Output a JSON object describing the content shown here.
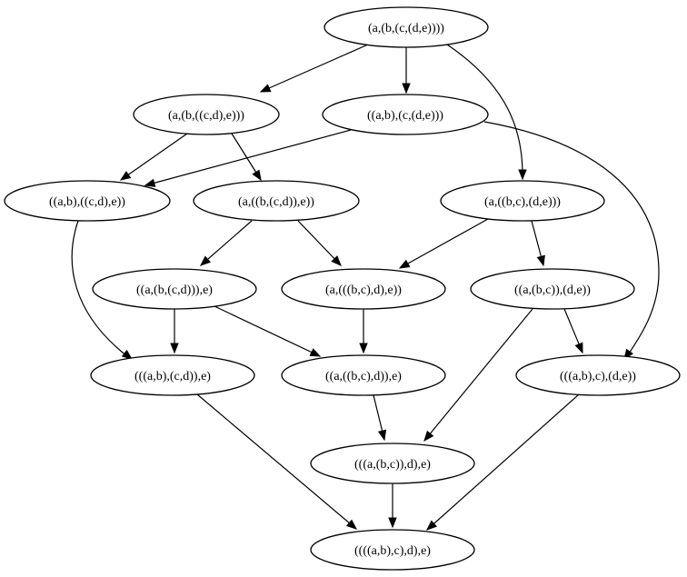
{
  "diagram": {
    "nodes": [
      {
        "id": "n0",
        "label": "(a,(b,(c,(d,e))))"
      },
      {
        "id": "n1",
        "label": "(a,(b,((c,d),e)))"
      },
      {
        "id": "n2",
        "label": "((a,b),(c,(d,e)))"
      },
      {
        "id": "n3",
        "label": "((a,b),((c,d),e))"
      },
      {
        "id": "n4",
        "label": "(a,((b,(c,d)),e))"
      },
      {
        "id": "n5",
        "label": "(a,((b,c),(d,e)))"
      },
      {
        "id": "n6",
        "label": "((a,(b,(c,d))),e)"
      },
      {
        "id": "n7",
        "label": "(a,(((b,c),d),e))"
      },
      {
        "id": "n8",
        "label": "((a,(b,c)),(d,e))"
      },
      {
        "id": "n9",
        "label": "(((a,b),(c,d)),e)"
      },
      {
        "id": "n10",
        "label": "((a,((b,c),d)),e)"
      },
      {
        "id": "n11",
        "label": "(((a,b),c),(d,e))"
      },
      {
        "id": "n12",
        "label": "(((a,(b,c)),d),e)"
      },
      {
        "id": "n13",
        "label": "((((a,b),c),d),e)"
      }
    ],
    "edges": [
      {
        "from": "n0",
        "to": "n1"
      },
      {
        "from": "n0",
        "to": "n2"
      },
      {
        "from": "n0",
        "to": "n5"
      },
      {
        "from": "n1",
        "to": "n3"
      },
      {
        "from": "n1",
        "to": "n4"
      },
      {
        "from": "n2",
        "to": "n3"
      },
      {
        "from": "n2",
        "to": "n11"
      },
      {
        "from": "n3",
        "to": "n9"
      },
      {
        "from": "n4",
        "to": "n6"
      },
      {
        "from": "n4",
        "to": "n7"
      },
      {
        "from": "n5",
        "to": "n7"
      },
      {
        "from": "n5",
        "to": "n8"
      },
      {
        "from": "n6",
        "to": "n9"
      },
      {
        "from": "n6",
        "to": "n10"
      },
      {
        "from": "n7",
        "to": "n10"
      },
      {
        "from": "n8",
        "to": "n11"
      },
      {
        "from": "n8",
        "to": "n12"
      },
      {
        "from": "n9",
        "to": "n13"
      },
      {
        "from": "n10",
        "to": "n12"
      },
      {
        "from": "n11",
        "to": "n13"
      },
      {
        "from": "n12",
        "to": "n13"
      }
    ]
  }
}
